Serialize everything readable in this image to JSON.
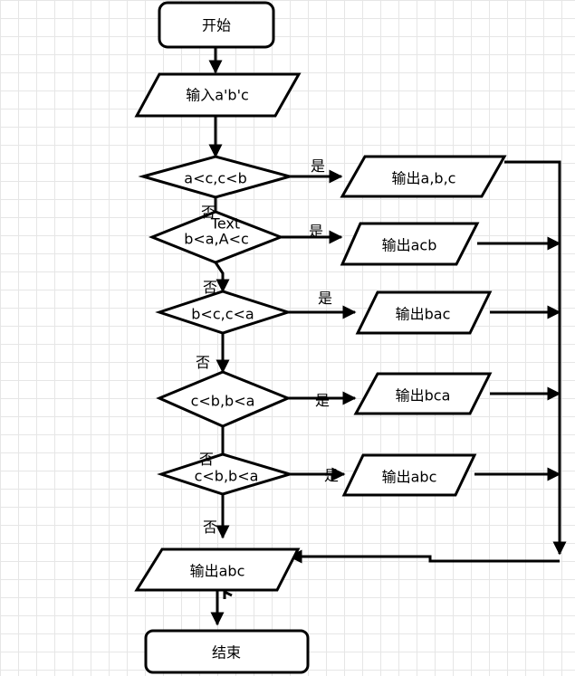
{
  "nodes": {
    "start": "开始",
    "input": "输入a'b'c",
    "d1": "a<c,c<b",
    "d2": "b<a,A<c",
    "d2_stray": "Text",
    "d3": "b<c,c<a",
    "d4": "c<b,b<a",
    "d5": "c<b,b<a",
    "o1": "输出a,b,c",
    "o2": "输出acb",
    "o3": "输出bac",
    "o4": "输出bca",
    "o5": "输出abc",
    "o6": "输出abc",
    "end": "结束"
  },
  "edges": {
    "yes": "是",
    "no": "否"
  }
}
